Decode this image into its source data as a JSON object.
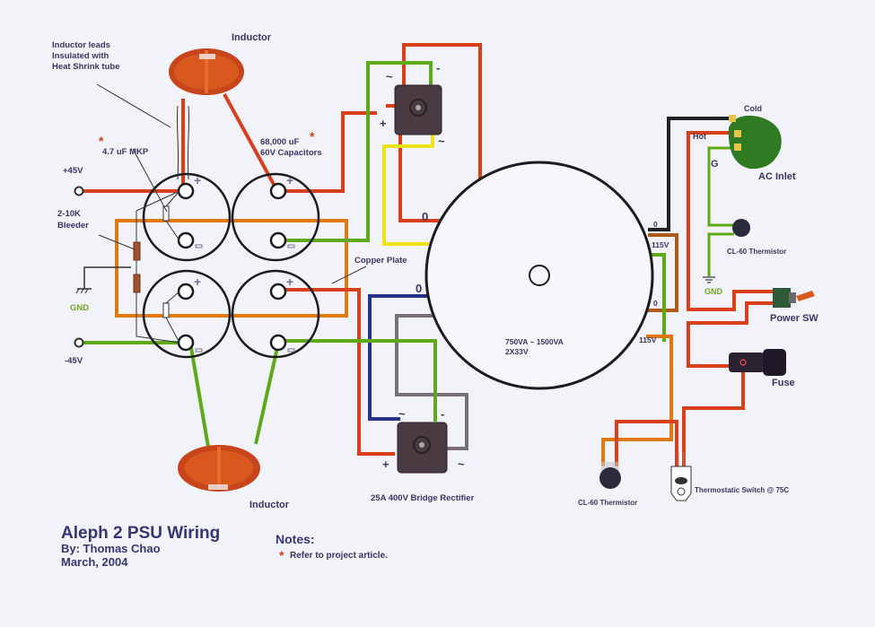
{
  "title": "Aleph 2 PSU Wiring",
  "author": "By: Thomas Chao",
  "date": "March, 2004",
  "notes": {
    "heading": "Notes:",
    "star": "*",
    "items": [
      "Refer to project article."
    ]
  },
  "labels": {
    "inductor_top": "Inductor",
    "inductor_bottom": "Inductor",
    "inductor_leads": [
      "Inductor leads",
      "Insulated with",
      "Heat Shrink tube"
    ],
    "mkp": "4.7 uF MKP",
    "capacitors": [
      "68,000 uF",
      "60V Capacitors"
    ],
    "plus45": "+45V",
    "minus45": "-45V",
    "bleeder": [
      "2-10K",
      "Bleeder"
    ],
    "gnd_left": "GND",
    "copper_plate": "Copper Plate",
    "bridge_rectifier": "25A 400V Bridge Rectifier",
    "transformer": [
      "750VA ~ 1500VA",
      "2X33V"
    ],
    "sec_zero_top": "0",
    "sec_zero_bottom": "0",
    "pri_zero_top": "0",
    "pri_115_top": "115V",
    "pri_zero_bottom": "0",
    "pri_115_bottom": "115V",
    "cold": "Cold",
    "hot": "Hot",
    "g": "G",
    "ac_inlet": "AC Inlet",
    "cl60_top": "CL-60 Thermistor",
    "gnd_right": "GND",
    "power_sw": "Power SW",
    "fuse": "Fuse",
    "cl60_bottom": "CL-60 Thermistor",
    "thermo_switch": "Thermostatic Switch @ 75C",
    "rect_top": {
      "ac1": "~",
      "neg": "-",
      "pos": "+",
      "ac2": "~"
    },
    "rect_bottom": {
      "ac1": "~",
      "neg": "-",
      "pos": "+",
      "ac2": "~"
    },
    "cap_plus": "+",
    "cap_minus": "-"
  },
  "colors": {
    "background": "#f2f3f8",
    "red_wire": "#d8401c",
    "orange_wire": "#e07a10",
    "green_wire": "#5ea918",
    "yellow_wire": "#f0e21a",
    "blue_wire": "#28328a",
    "grey_wire": "#7a7078",
    "text": "#3a3560"
  }
}
